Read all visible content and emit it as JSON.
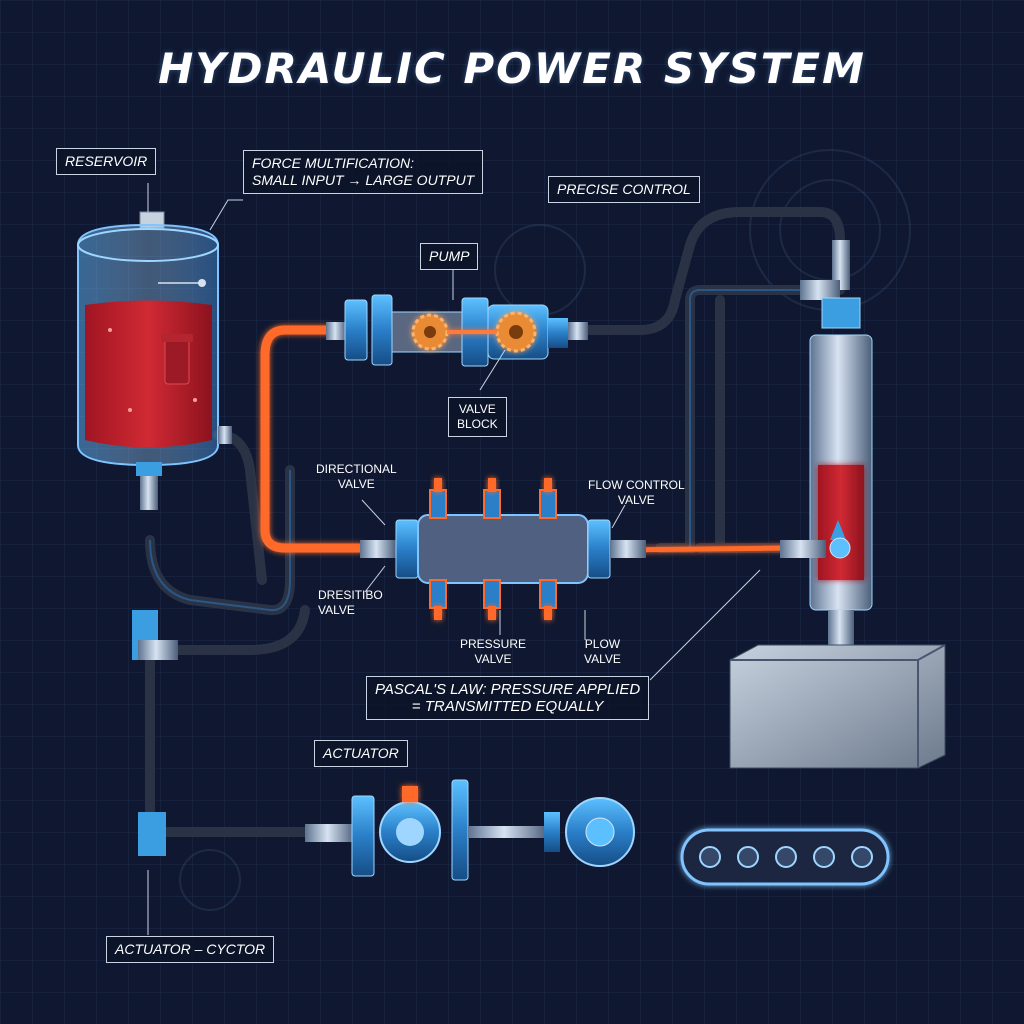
{
  "title": "HYDRAULIC POWER SYSTEM",
  "labels": {
    "reservoir": "RESERVOIR",
    "force_line1": "FORCE MULTIFICATION:",
    "force_line2": "SMALL INPUT → LARGE OUTPUT",
    "precise_control": "PRECISE CONTROL",
    "pump": "PUMP",
    "valve_block_line1": "VALVE",
    "valve_block_line2": "BLOCK",
    "directional_line1": "DIRECTIONAL",
    "directional_line2": "VALVE",
    "flow_control_line1": "FLOW CONTROL",
    "flow_control_line2": "VALVE",
    "dresitibo_line1": "DRESITIBO",
    "dresitibo_line2": "VALVE",
    "pressure_line1": "PRESSURE",
    "pressure_line2": "VALVE",
    "plow_line1": "PLOW",
    "plow_line2": "VALVE",
    "pascal_line1": "PASCAL'S LAW: PRESSURE APPLIED",
    "pascal_line2": "= TRANSMITTED EQUALLY",
    "actuator": "ACTUATOR",
    "actuator_cyctor": "ACTUATOR – CYCTOR"
  },
  "colors": {
    "background": "#0f1830",
    "grid": "#1e2c4a",
    "fluid_red": "#c0202c",
    "pipe_orange": "#ff6a2a",
    "pipe_dark": "#2a3346",
    "steel_blue": "#3a9ee0",
    "label_border": "#c9d3e3"
  }
}
